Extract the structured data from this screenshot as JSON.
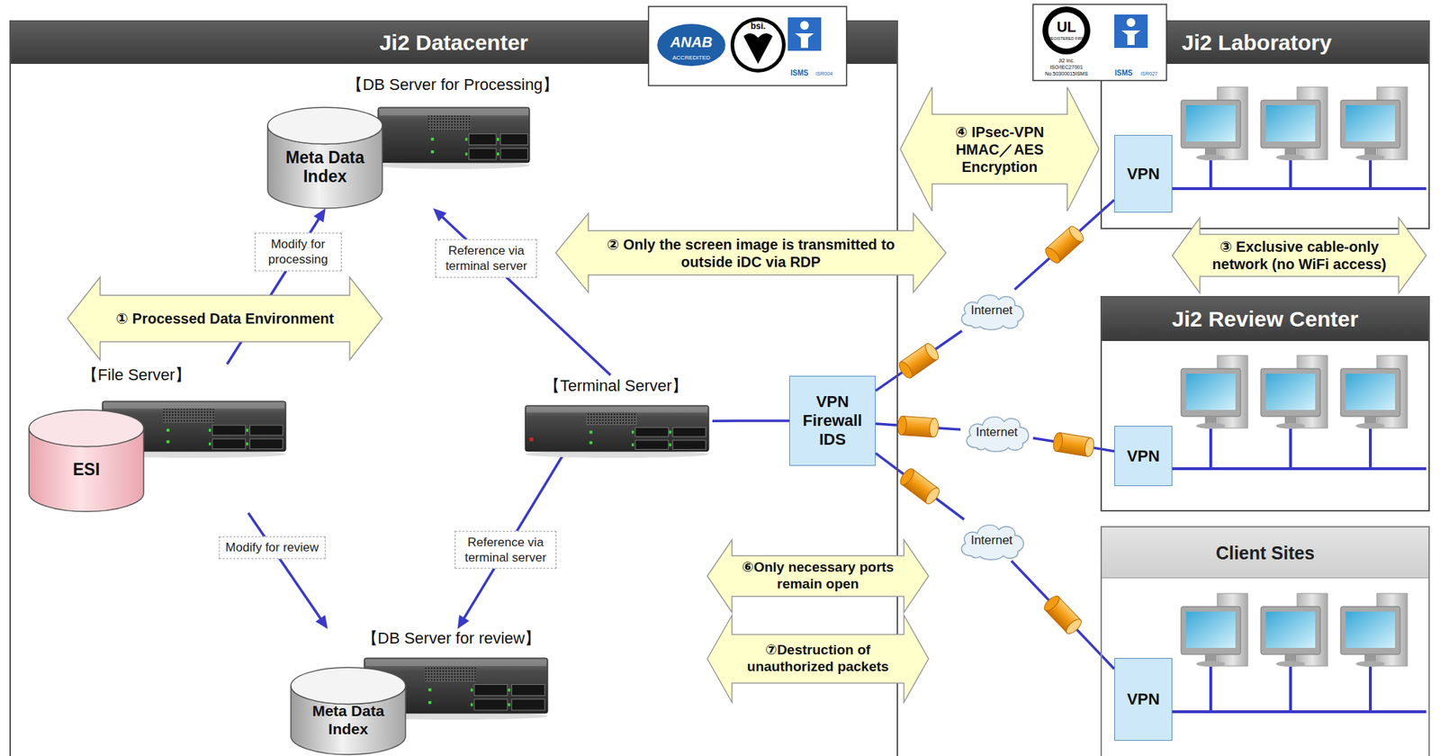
{
  "diagram": {
    "nodes": [
      {
        "text": [
          "Ji2 Datacenter"
        ]
      },
      {
        "text": [
          "【DB Server for Processing】",
          "Meta Data Index"
        ],
        "in": 0
      },
      {
        "text": [
          "① Processed Data Environment"
        ],
        "in": 0
      },
      {
        "text": [
          "【File Server】",
          "ESI"
        ],
        "in": 0
      },
      {
        "text": [
          "【Terminal Server】"
        ],
        "in": 0
      },
      {
        "text": [
          "【DB Server for review】",
          "Meta Data Index"
        ],
        "in": 0
      },
      {
        "text": [
          "VPN Firewall IDS"
        ],
        "in": 0
      },
      {
        "text": [
          "② Only the screen image is transmitted to outside iDC via RDP"
        ]
      },
      {
        "text": [
          "④ IPsec-VPN HMAC／AES Encryption"
        ]
      },
      {
        "text": [
          "Ji2 Laboratory"
        ]
      },
      {
        "text": [
          "VPN"
        ],
        "in": 9
      },
      {
        "text": [
          "③ Exclusive cable-only network (no WiFi access)"
        ]
      },
      {
        "text": [
          "Ji2 Review Center"
        ]
      },
      {
        "text": [
          "VPN"
        ],
        "in": 12
      },
      {
        "text": [
          "Client Sites"
        ]
      },
      {
        "text": [
          "VPN"
        ],
        "in": 14
      },
      {
        "text": [
          "Internet"
        ]
      },
      {
        "text": [
          "Internet"
        ]
      },
      {
        "text": [
          "Internet"
        ]
      },
      {
        "text": [
          "⑥Only necessary ports remain open"
        ]
      },
      {
        "text": [
          "⑦Destruction of unauthorized packets"
        ]
      }
    ],
    "edges": [
      {
        "from": 3,
        "to": 1,
        "arrow": "to",
        "label": "Modify for processing"
      },
      {
        "from": 4,
        "to": 1,
        "arrow": "to",
        "label": "Reference via terminal server"
      },
      {
        "from": 3,
        "to": 5,
        "arrow": "to",
        "label": "Modify for review"
      },
      {
        "from": 4,
        "to": 5,
        "arrow": "to",
        "label": "Reference via terminal server"
      },
      {
        "from": 4,
        "to": 6,
        "arrow": "none"
      },
      {
        "from": 6,
        "to": 16,
        "arrow": "none"
      },
      {
        "from": 16,
        "to": 10,
        "arrow": "none"
      },
      {
        "from": 6,
        "to": 17,
        "arrow": "none"
      },
      {
        "from": 17,
        "to": 13,
        "arrow": "none"
      },
      {
        "from": 6,
        "to": 18,
        "arrow": "none"
      },
      {
        "from": 18,
        "to": 15,
        "arrow": "none"
      }
    ],
    "labels": [
      "ANAB",
      "ACCREDITED",
      "bsi.",
      "ISMS",
      "ISR004",
      "UL",
      "REGISTERED FIRM",
      "Ji2 Inc.",
      "ISO/IEC27001",
      "No.50300015ISMS",
      "ISMS",
      "ISR027"
    ]
  }
}
